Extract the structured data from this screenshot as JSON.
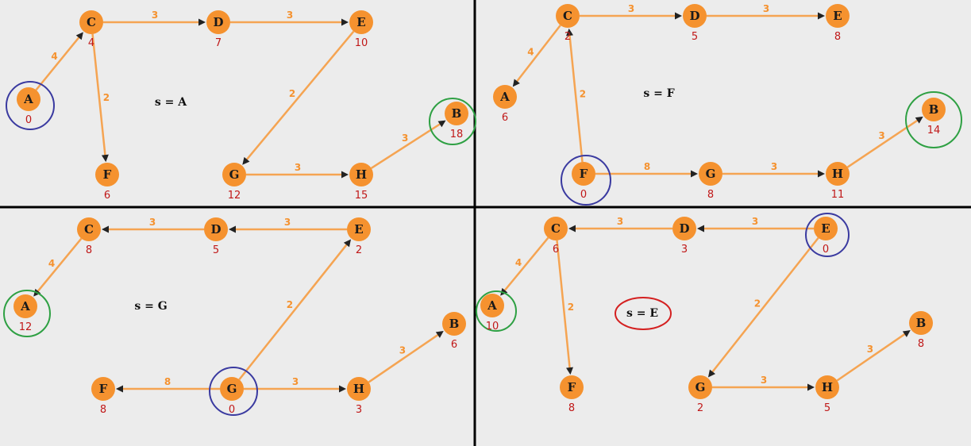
{
  "colors": {
    "background": "#ececec",
    "node": "#f5922f",
    "edge": "#f5a452",
    "arrow": "#222222",
    "weight": "#f5922f",
    "distance": "#c01818",
    "source_ring": "#3a3aa0",
    "target_ring": "#2ea043",
    "highlight_ring": "#d42020",
    "divider": "#000000"
  },
  "panels": [
    {
      "id": "A",
      "source_label": "s = A",
      "source_highlighted": false,
      "nodes": [
        {
          "id": "A",
          "dist": "0",
          "ring": "source"
        },
        {
          "id": "C",
          "dist": "4"
        },
        {
          "id": "D",
          "dist": "7"
        },
        {
          "id": "E",
          "dist": "10"
        },
        {
          "id": "F",
          "dist": "6"
        },
        {
          "id": "G",
          "dist": "12"
        },
        {
          "id": "H",
          "dist": "15"
        },
        {
          "id": "B",
          "dist": "18",
          "ring": "target"
        }
      ],
      "edges": [
        {
          "from": "A",
          "to": "C",
          "w": "4"
        },
        {
          "from": "C",
          "to": "D",
          "w": "3"
        },
        {
          "from": "D",
          "to": "E",
          "w": "3"
        },
        {
          "from": "C",
          "to": "F",
          "w": "2"
        },
        {
          "from": "E",
          "to": "G",
          "w": "2"
        },
        {
          "from": "G",
          "to": "H",
          "w": "3"
        },
        {
          "from": "H",
          "to": "B",
          "w": "3"
        }
      ]
    },
    {
      "id": "F",
      "source_label": "s = F",
      "source_highlighted": false,
      "nodes": [
        {
          "id": "C",
          "dist": "2"
        },
        {
          "id": "D",
          "dist": "5"
        },
        {
          "id": "E",
          "dist": "8"
        },
        {
          "id": "A",
          "dist": "6"
        },
        {
          "id": "B",
          "dist": "14",
          "ring": "target"
        },
        {
          "id": "F",
          "dist": "0",
          "ring": "source"
        },
        {
          "id": "G",
          "dist": "8"
        },
        {
          "id": "H",
          "dist": "11"
        }
      ],
      "edges": [
        {
          "from": "C",
          "to": "D",
          "w": "3"
        },
        {
          "from": "D",
          "to": "E",
          "w": "3"
        },
        {
          "from": "C",
          "to": "A",
          "w": "4"
        },
        {
          "from": "F",
          "to": "C",
          "w": "2"
        },
        {
          "from": "F",
          "to": "G",
          "w": "8"
        },
        {
          "from": "G",
          "to": "H",
          "w": "3"
        },
        {
          "from": "H",
          "to": "B",
          "w": "3"
        }
      ]
    },
    {
      "id": "G",
      "source_label": "s = G",
      "source_highlighted": false,
      "nodes": [
        {
          "id": "C",
          "dist": "8"
        },
        {
          "id": "D",
          "dist": "5"
        },
        {
          "id": "E",
          "dist": "2"
        },
        {
          "id": "A",
          "dist": "12",
          "ring": "target"
        },
        {
          "id": "B",
          "dist": "6"
        },
        {
          "id": "F",
          "dist": "8"
        },
        {
          "id": "G",
          "dist": "0",
          "ring": "source"
        },
        {
          "id": "H",
          "dist": "3"
        }
      ],
      "edges": [
        {
          "from": "D",
          "to": "C",
          "w": "3"
        },
        {
          "from": "E",
          "to": "D",
          "w": "3"
        },
        {
          "from": "C",
          "to": "A",
          "w": "4"
        },
        {
          "from": "G",
          "to": "E",
          "w": "2"
        },
        {
          "from": "G",
          "to": "F",
          "w": "8"
        },
        {
          "from": "G",
          "to": "H",
          "w": "3"
        },
        {
          "from": "H",
          "to": "B",
          "w": "3"
        }
      ]
    },
    {
      "id": "E",
      "source_label": "s = E",
      "source_highlighted": true,
      "nodes": [
        {
          "id": "C",
          "dist": "6"
        },
        {
          "id": "D",
          "dist": "3"
        },
        {
          "id": "E",
          "dist": "0",
          "ring": "source"
        },
        {
          "id": "A",
          "dist": "10",
          "ring": "target"
        },
        {
          "id": "B",
          "dist": "8"
        },
        {
          "id": "F",
          "dist": "8"
        },
        {
          "id": "G",
          "dist": "2"
        },
        {
          "id": "H",
          "dist": "5"
        }
      ],
      "edges": [
        {
          "from": "D",
          "to": "C",
          "w": "3"
        },
        {
          "from": "E",
          "to": "D",
          "w": "3"
        },
        {
          "from": "C",
          "to": "A",
          "w": "4"
        },
        {
          "from": "C",
          "to": "F",
          "w": "2"
        },
        {
          "from": "E",
          "to": "G",
          "w": "2"
        },
        {
          "from": "G",
          "to": "H",
          "w": "3"
        },
        {
          "from": "H",
          "to": "B",
          "w": "3"
        }
      ]
    }
  ]
}
